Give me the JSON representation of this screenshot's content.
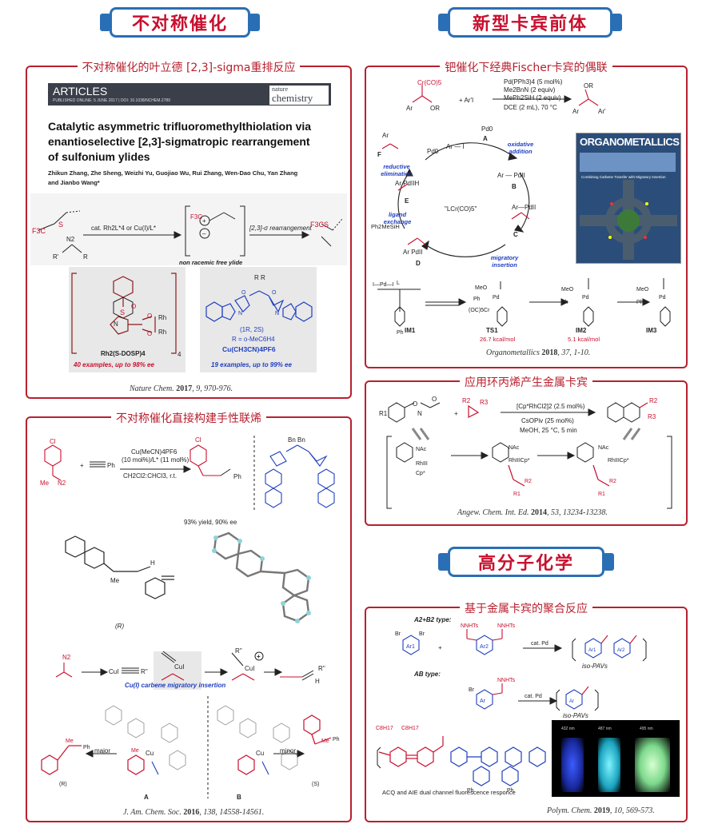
{
  "sections": {
    "asym": "不对称催化",
    "carbene": "新型卡宾前体",
    "polymer": "高分子化学"
  },
  "panel1": {
    "title": "不对称催化的叶立德 [2,3]-sigma重排反应",
    "header": "ARTICLES",
    "header_meta": "PUBLISHED ONLINE: 5 JUNE 2017 | DOI: 10.1038/NCHEM.2789",
    "journal_line1": "nature",
    "journal_line2": "chemistry",
    "article_title": [
      "Catalytic asymmetric trifluoromethylthiolation via",
      "enantioselective [2,3]-sigmatropic rearrangement",
      "of sulfonium ylides"
    ],
    "authors": [
      "Zhikun Zhang, Zhe Sheng, Weizhi Yu, Guojiao Wu, Rui Zhang, Wen-Dao Chu, Yan Zhang",
      "and Jianbo Wang*"
    ],
    "reagent": "cat. Rh2L*4 or Cu(I)/L*",
    "rearr": "[2,3]-σ rearrangement",
    "ylide": "non racemic free ylide",
    "cat1_name": "Rh2(S-DOSP)4",
    "cat1_result": "40 examples, up to 98% ee",
    "cat2_config": "(1R, 2S)",
    "cat2_r": "R = o-MeC6H4",
    "cat2_cu": "Cu(CH3CN)4PF6",
    "cat2_result": "19 examples, up to 99% ee",
    "ref_journal": "Nature Chem.",
    "ref_year": "2017",
    "ref_rest": ", 9, 970-976."
  },
  "panel2": {
    "title": "不对称催化直接构建手性联烯",
    "cond1": "Cu(MeCN)4PF6",
    "cond2": "(10 mol%)/L* (11 mol%)",
    "cond3": "CH2Cl2:CHCl3, r.t.",
    "yield": "93% yield, 90% ee",
    "mech": "Cu(I) carbene migratory insertion",
    "major": "major",
    "minor": "minor",
    "label_a": "A",
    "label_b": "B",
    "config_r": "(R)",
    "config_s": "(S)",
    "ref_journal": "J. Am. Chem. Soc.",
    "ref_year": "2016",
    "ref_rest": ", 138, 14558-14561."
  },
  "panel3": {
    "title": "钯催化下经典Fischer卡宾的偶联",
    "cond1": "Pd(PPh3)4 (5 mol%)",
    "cond2": "Me2BnN (2 equiv)",
    "cond3": "MePh2SiH (2 equiv)",
    "cond4": "DCE (2 mL), 70 °C",
    "step_ox": "oxidative addition",
    "step_re": "reductive elimination",
    "step_li": "ligand exchange",
    "step_mi": "migratory insertion",
    "cover_title": "ORGANOMETALLICS",
    "cover_sub": "Combining Carbene Transfer with Migratory Insertion",
    "im1": "IM1",
    "ts1": "TS1",
    "im2": "IM2",
    "im3": "IM3",
    "e1": "26.7 kcal/mol",
    "e2": "5.1 kcal/mol",
    "ref_journal": "Organometallics",
    "ref_year": "2018",
    "ref_rest": ", 37, 1-10."
  },
  "panel4": {
    "title": "应用环丙烯产生金属卡宾",
    "cond1": "[Cp*RhCl2]2 (2.5 mol%)",
    "cond2": "CsOPiv (25 mol%)",
    "cond3": "MeOH, 25 °C, 5 min",
    "ref_journal": "Angew. Chem. Int. Ed.",
    "ref_year": "2014",
    "ref_rest": ", 53, 13234-13238."
  },
  "panel5": {
    "title": "基于金属卡宾的聚合反应",
    "type1": "A2+B2 type:",
    "type2": "AB type:",
    "cat": "cat. Pd",
    "prod": "iso-PAVs",
    "aie": "ACQ and AIE dual channel fluorescence responce",
    "vial1": "432 nm",
    "vial2": "487 nm",
    "vial3": "495 nm",
    "ref_journal": "Polym. Chem.",
    "ref_year": "2019",
    "ref_rest": ", 10, 569-573."
  }
}
